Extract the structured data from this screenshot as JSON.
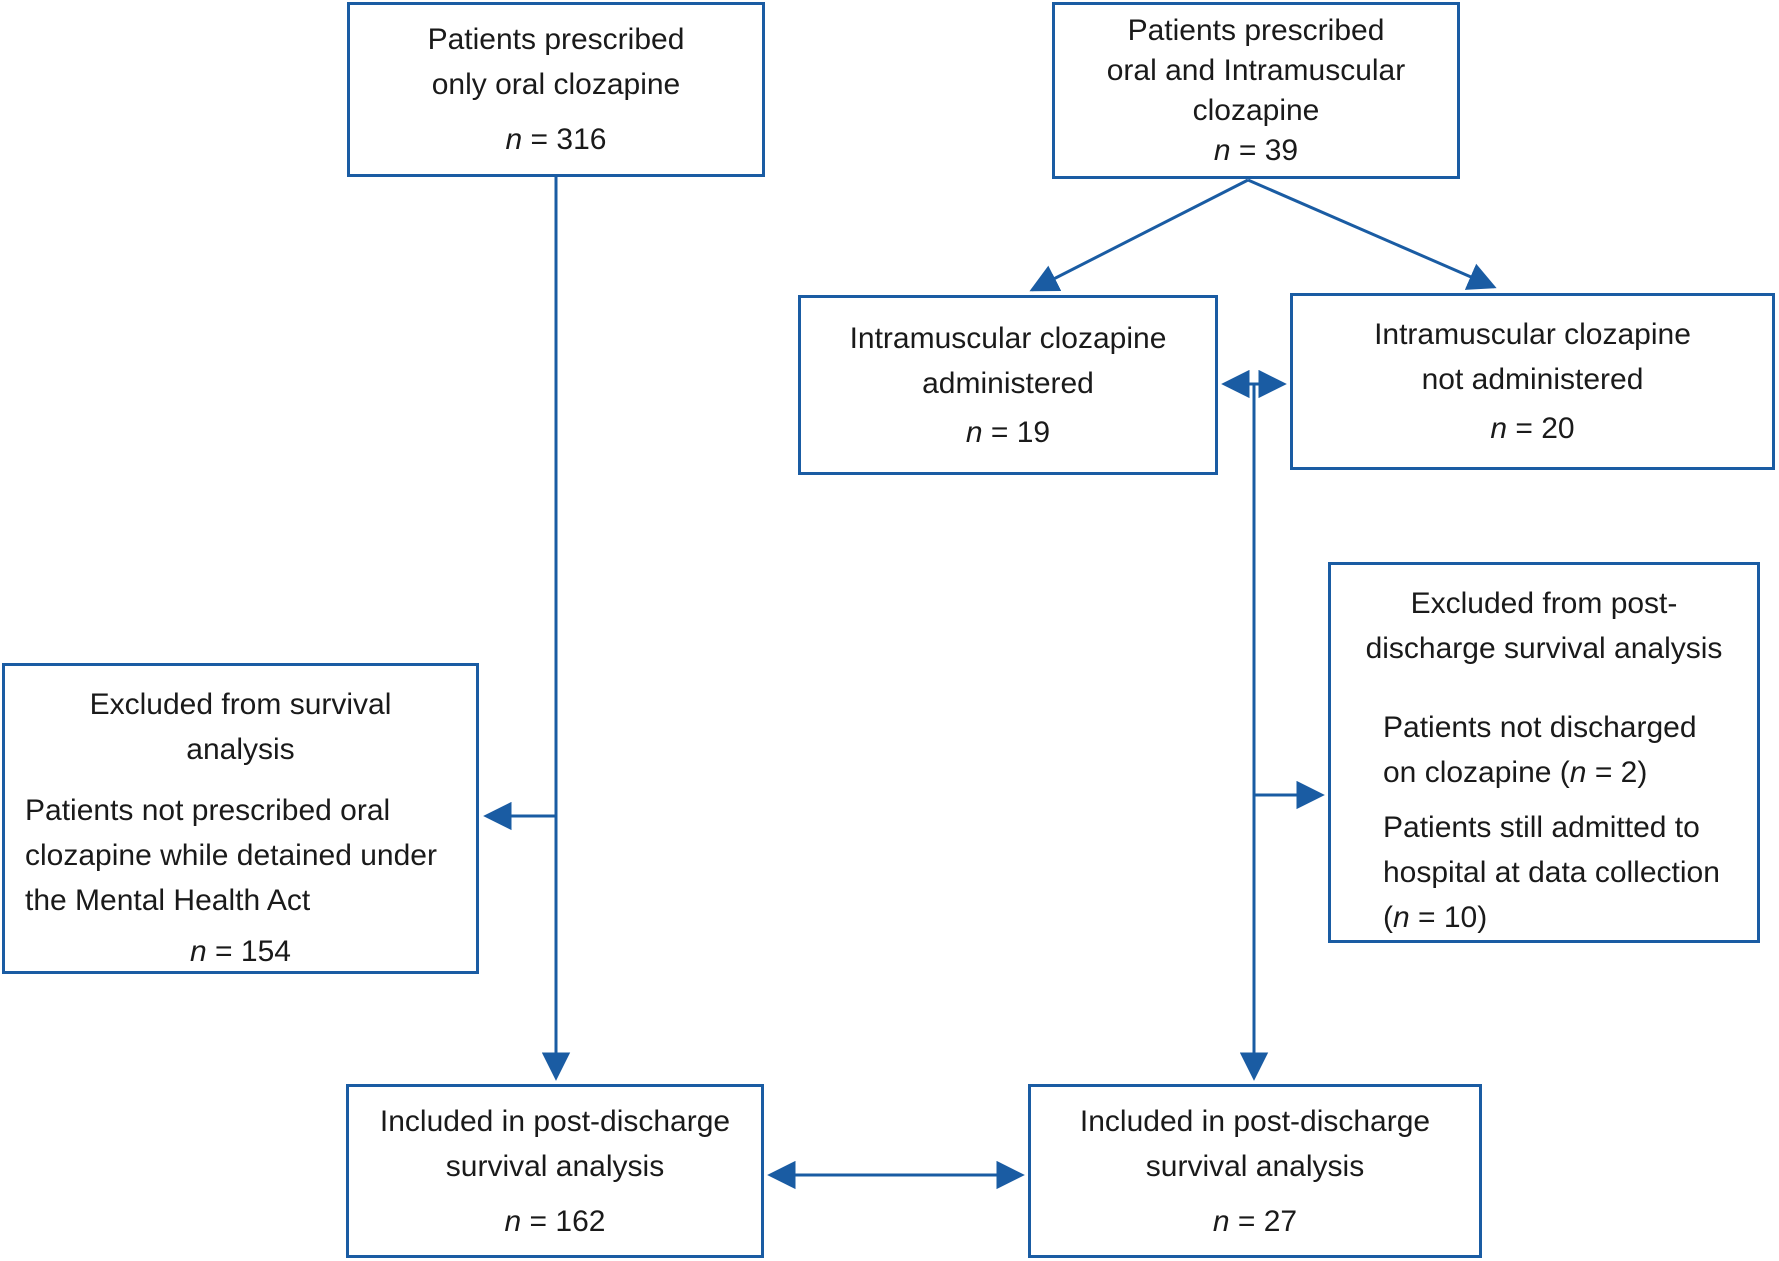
{
  "colors": {
    "accent_blue": "#1a5ca3",
    "text": "#1a1a1a",
    "background": "#ffffff"
  },
  "flowchart": {
    "boxes": {
      "oral_only": {
        "line1": "Patients prescribed",
        "line2": "only oral clozapine",
        "n": "n",
        "n_value": " = 316"
      },
      "oral_im": {
        "line1": "Patients prescribed",
        "line2": "oral and Intramuscular",
        "line3": "clozapine",
        "n": "n",
        "n_value": " = 39"
      },
      "im_administered": {
        "line1": "Intramuscular clozapine",
        "line2": "administered",
        "n": "n",
        "n_value": " = 19"
      },
      "im_not_administered": {
        "line1": "Intramuscular clozapine",
        "line2": "not administered",
        "n": "n",
        "n_value": " = 20"
      },
      "excluded_survival": {
        "heading_line1": "Excluded from survival",
        "heading_line2": "analysis",
        "body_line1": "Patients not prescribed oral",
        "body_line2": "clozapine while detained under",
        "body_line3": "the Mental Health Act",
        "n": "n",
        "n_value": " = 154"
      },
      "excluded_post_discharge": {
        "heading_line1": "Excluded from post-",
        "heading_line2": "discharge survival analysis",
        "item1_line1": "Patients not discharged",
        "item1_line2_pre": "on clozapine (",
        "item1_n": "n",
        "item1_line2_post": " = 2)",
        "item2_line1": "Patients still admitted to",
        "item2_line2": "hospital at data collection",
        "item2_line3_pre": "(",
        "item2_n": "n",
        "item2_line3_post": " = 10)"
      },
      "included_oral": {
        "line1": "Included in post-discharge",
        "line2": "survival analysis",
        "n": "n",
        "n_value": " = 162"
      },
      "included_im": {
        "line1": "Included in post-discharge",
        "line2": "survival analysis",
        "n": "n",
        "n_value": " = 27"
      }
    }
  }
}
